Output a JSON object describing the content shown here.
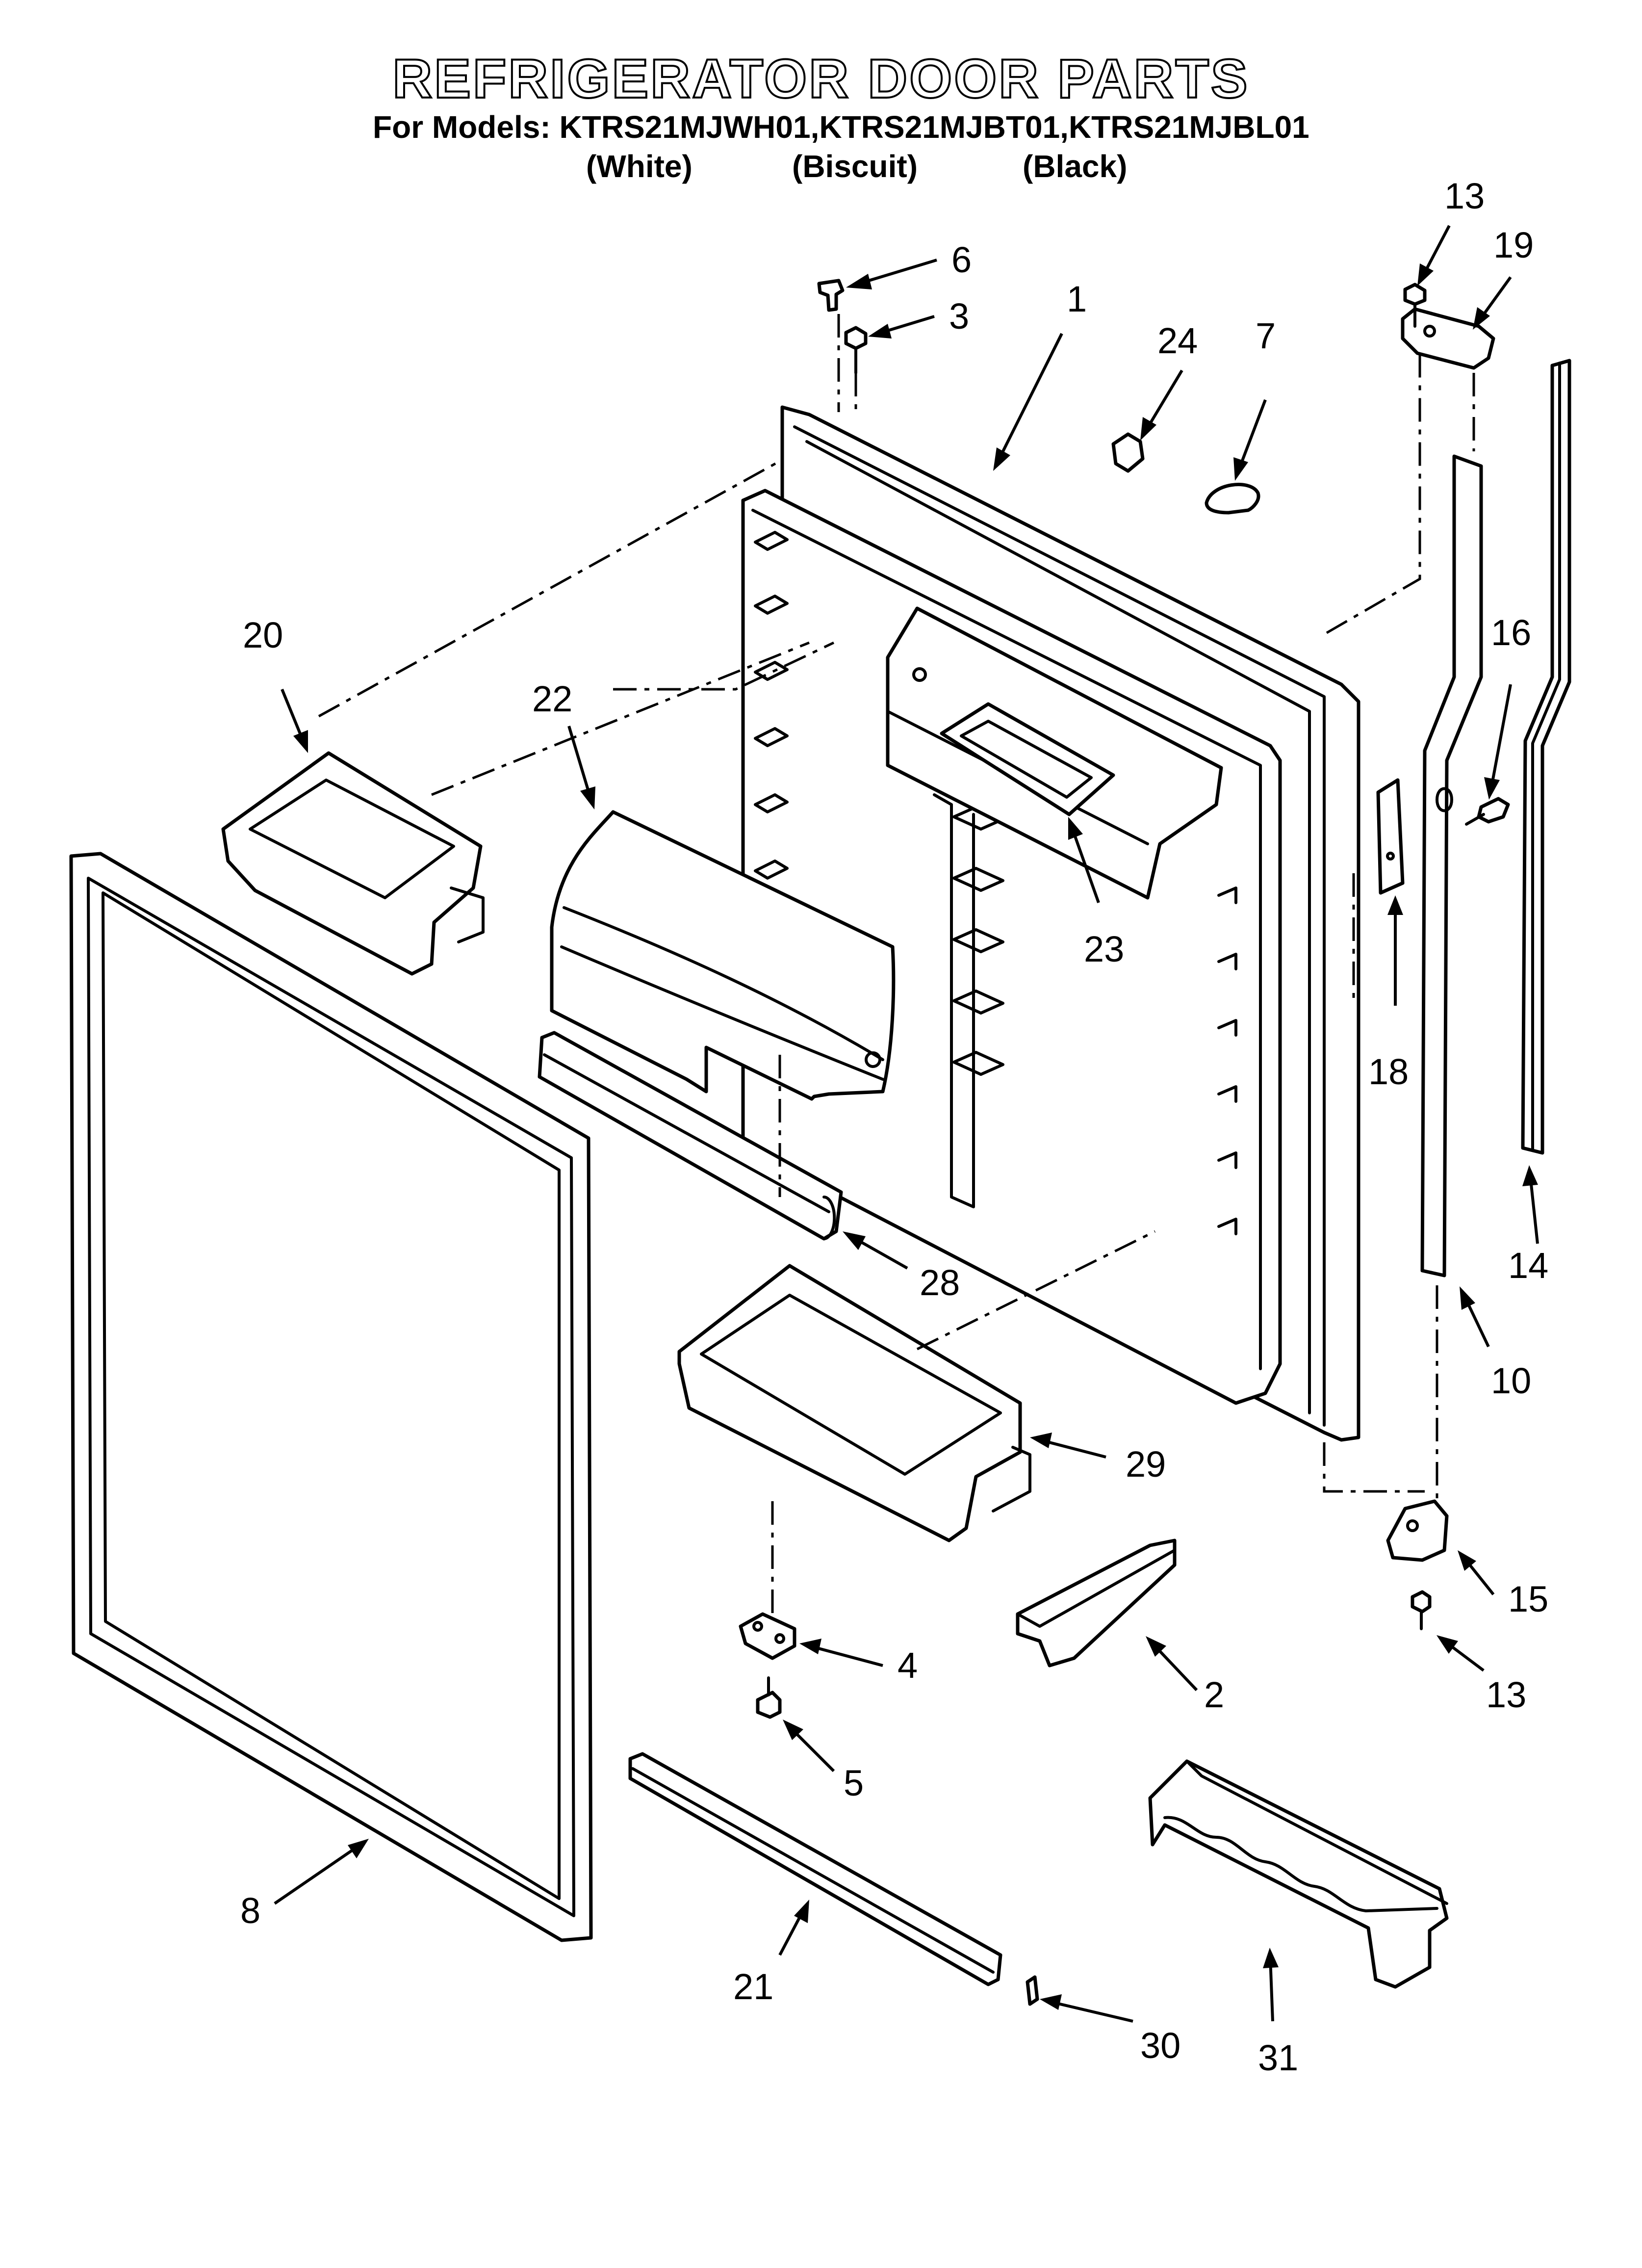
{
  "title": "REFRIGERATOR DOOR PARTS",
  "models_line": "For Models: KTRS21MJWH01,KTRS21MJBT01,KTRS21MJBL01",
  "colors": [
    "(White)",
    "(Biscuit)",
    "(Black)"
  ],
  "callouts": {
    "p1": "1",
    "p2": "2",
    "p3": "3",
    "p4": "4",
    "p5": "5",
    "p6": "6",
    "p7": "7",
    "p8": "8",
    "p10": "10",
    "p13a": "13",
    "p13b": "13",
    "p14": "14",
    "p15": "15",
    "p16": "16",
    "p18": "18",
    "p19": "19",
    "p20": "20",
    "p21": "21",
    "p22": "22",
    "p23": "23",
    "p24": "24",
    "p28": "28",
    "p29": "29",
    "p30": "30",
    "p31": "31"
  }
}
